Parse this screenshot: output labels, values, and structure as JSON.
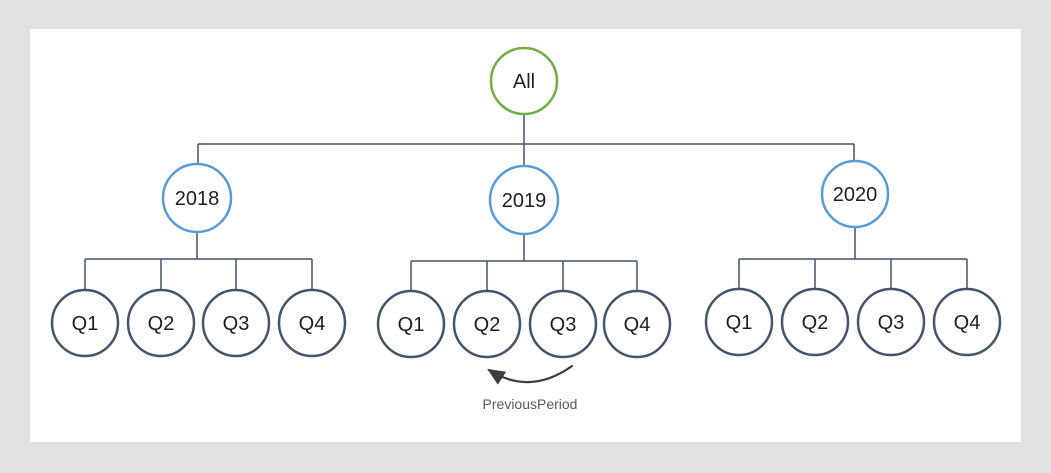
{
  "page": {
    "background_color": "#e2e2e2",
    "canvas_color": "#ffffff"
  },
  "diagram": {
    "root": {
      "label": "All",
      "border_color": "#70AD47"
    },
    "years": [
      {
        "label": "2018",
        "border_color": "#5B9BD5",
        "quarters": [
          {
            "label": "Q1"
          },
          {
            "label": "Q2"
          },
          {
            "label": "Q3"
          },
          {
            "label": "Q4"
          }
        ]
      },
      {
        "label": "2019",
        "border_color": "#5B9BD5",
        "quarters": [
          {
            "label": "Q1"
          },
          {
            "label": "Q2"
          },
          {
            "label": "Q3"
          },
          {
            "label": "Q4"
          }
        ]
      },
      {
        "label": "2020",
        "border_color": "#5B9BD5",
        "quarters": [
          {
            "label": "Q1"
          },
          {
            "label": "Q2"
          },
          {
            "label": "Q3"
          },
          {
            "label": "Q4"
          }
        ]
      }
    ],
    "quarter_border_color": "#44546A",
    "connector_color": "#44546A"
  },
  "annotation": {
    "label": "PreviousPeriod",
    "arrow_color": "#3d3d3d",
    "text_color": "#595959",
    "arrow_from": "2019 Q3",
    "arrow_to": "2019 Q2"
  }
}
